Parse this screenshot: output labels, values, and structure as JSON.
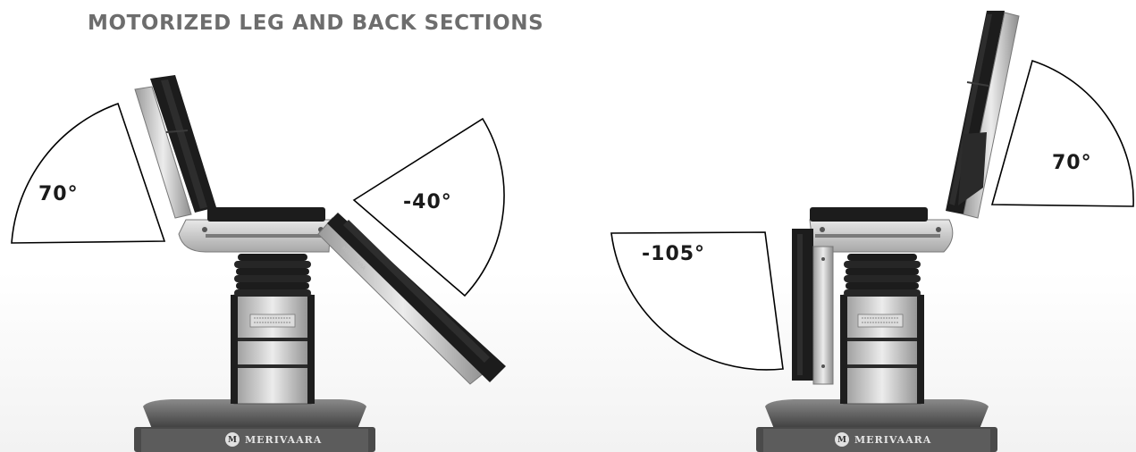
{
  "title": "MOTORIZED LEG AND BACK SECTIONS",
  "left_chair": {
    "back_angle": "70°",
    "leg_angle": "-40°",
    "brand_label": "MERIVAARA",
    "brand_monogram": "M"
  },
  "right_chair": {
    "leg_angle": "-105°",
    "back_angle": "70°",
    "brand_label": "MERIVAARA",
    "brand_monogram": "M"
  },
  "colors": {
    "title": "#6d6d6d",
    "cushion": "#1c1c1c",
    "frame": "#c9c9c9",
    "base": "#5a5a5a"
  },
  "icons": [
    "merivaara-logo-icon"
  ]
}
